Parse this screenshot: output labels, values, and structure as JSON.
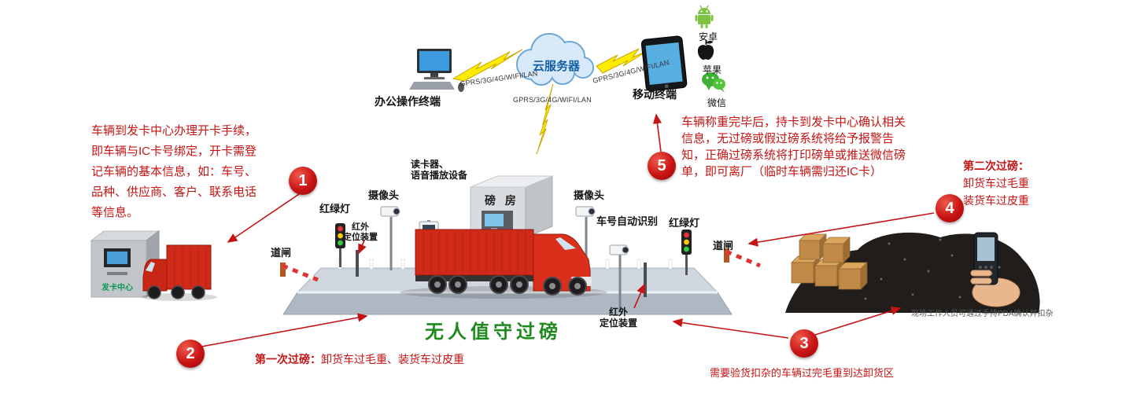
{
  "scene": {
    "cloud_label": "云服务器",
    "office_terminal": "办公操作终端",
    "mobile_terminal": "移动终端",
    "network_label": "GPRS/3G/4G/WIFI/LAN",
    "platforms": {
      "android": "安卓",
      "apple": "苹果",
      "wechat": "微信"
    },
    "card_center": "发卡中心",
    "pda_note": "现场工作人员可通过手持PDA确认并扣杂",
    "title": "无人值守过磅",
    "labels": {
      "camera_left": "摄像头",
      "camera_right": "摄像头",
      "reader_line1": "读卡器、",
      "reader_line2": "语音播放设备",
      "weigh_house": "磅 房",
      "anpr": "车号自动识别",
      "traffic_light_left": "红绿灯",
      "traffic_light_right": "红绿灯",
      "barrier_left": "道闸",
      "barrier_right": "道闸",
      "infrared_left_line1": "红外",
      "infrared_left_line2": "定位装置",
      "infrared_right_line1": "红外",
      "infrared_right_line2": "定位装置"
    }
  },
  "steps": [
    {
      "number": "1",
      "note": "车辆到发卡中心办理开卡手续，即车辆与IC卡号绑定，开卡需登记车辆的基本信息，如：车号、品种、供应商、客户、联系电话等信息。"
    },
    {
      "number": "2",
      "heading": "第一次过磅：",
      "text": "卸货车过毛重、装货车过皮重"
    },
    {
      "number": "3",
      "note": "需要验货扣杂的车辆过完毛重到达卸货区"
    },
    {
      "number": "4",
      "heading": "第二次过磅：",
      "lines": [
        "卸货车过毛重",
        "装货车过皮重"
      ]
    },
    {
      "number": "5",
      "note": "车辆称重完毕后，持卡到发卡中心确认相关信息，无过磅或假过磅系统将给予报警告知，正确过磅系统将打印磅单或推送微信磅单，即可离厂（临时车辆需归还IC卡）"
    }
  ],
  "icons": {
    "cloud": "cloud-server-icon",
    "computer": "office-computer-icon",
    "tablet": "mobile-tablet-icon",
    "android": "android-icon",
    "apple": "apple-icon",
    "wechat": "wechat-icon"
  },
  "colors": {
    "accent_red": "#c41414",
    "title_green": "#1e8a1e",
    "bolt_yellow": "#ffec00"
  }
}
